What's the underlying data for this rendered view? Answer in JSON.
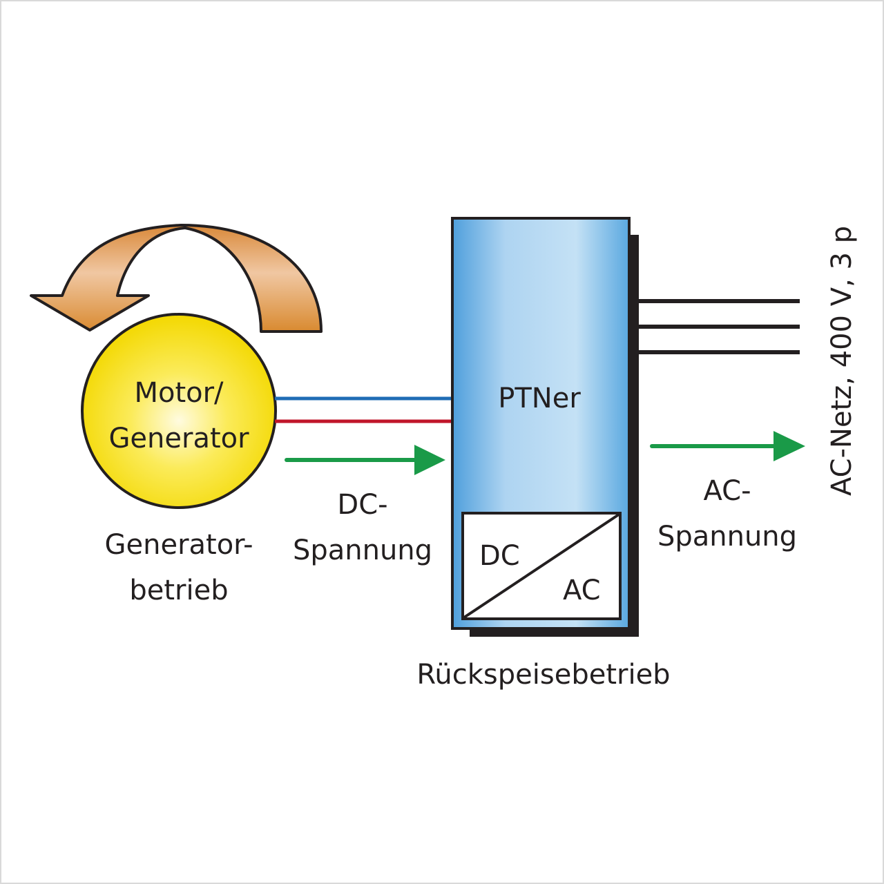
{
  "diagram": {
    "motor": {
      "label_line1": "Motor/",
      "label_line2": "Generator",
      "mode_line1": "Generator-",
      "mode_line2": "betrieb"
    },
    "dc_flow": {
      "label_line1": "DC-",
      "label_line2": "Spannung"
    },
    "inverter": {
      "name": "PTNer",
      "converter_in": "DC",
      "converter_out": "AC",
      "mode": "Rückspeisebetrieb"
    },
    "ac_flow": {
      "label_line1": "AC-",
      "label_line2": "Spannung"
    },
    "grid": {
      "label": "AC-Netz, 400 V, 3 p",
      "phases": 3
    },
    "colors": {
      "rotation_arrow": "#d48a3a",
      "motor_fill": "#f7e01a",
      "inverter_fill": "#5aa8e0",
      "dc_positive": "#1f6db5",
      "dc_negative": "#c0152a",
      "flow_arrow": "#1a9a48",
      "outline": "#231f20",
      "frame_border": "#d9d9d9"
    }
  }
}
